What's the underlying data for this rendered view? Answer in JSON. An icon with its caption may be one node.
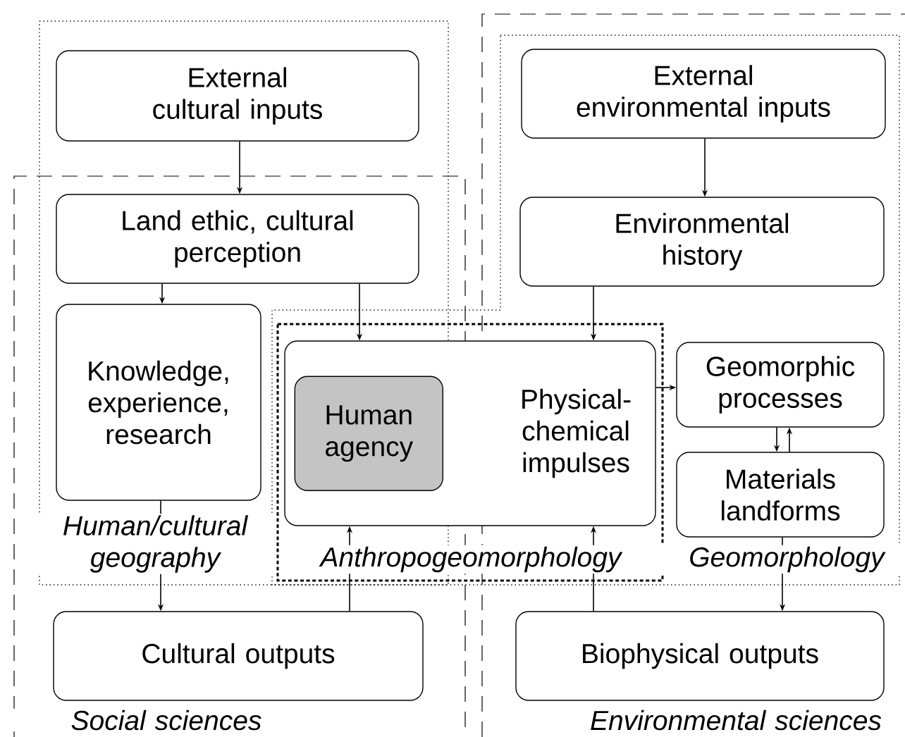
{
  "diagram": {
    "nodes": [
      {
        "text": [
          "External cultural inputs"
        ]
      },
      {
        "text": [
          "External environmental inputs"
        ]
      },
      {
        "text": [
          "Land ethic, cultural perception"
        ]
      },
      {
        "text": [
          "Environmental history"
        ]
      },
      {
        "text": [
          "Knowledge, experience, research"
        ]
      },
      {
        "text": [
          "Physical-chemical impulses"
        ]
      },
      {
        "text": [
          "Human agency"
        ],
        "in": 5
      },
      {
        "text": [
          "Geomorphic processes"
        ]
      },
      {
        "text": [
          "Materials landforms"
        ]
      },
      {
        "text": [
          "Cultural outputs"
        ]
      },
      {
        "text": [
          "Biophysical outputs"
        ]
      }
    ],
    "edges": [
      {
        "from": 0,
        "to": 2,
        "arrow": "to"
      },
      {
        "from": 2,
        "to": 4,
        "arrow": "to"
      },
      {
        "from": 2,
        "to": 5,
        "arrow": "to"
      },
      {
        "from": 4,
        "to": 9,
        "arrow": "to"
      },
      {
        "from": 9,
        "to": 5,
        "arrow": "to"
      },
      {
        "from": 1,
        "to": 3,
        "arrow": "to"
      },
      {
        "from": 3,
        "to": 5,
        "arrow": "to"
      },
      {
        "from": 5,
        "to": 7,
        "arrow": "to"
      },
      {
        "from": 7,
        "to": 8,
        "arrow": "to"
      },
      {
        "from": 8,
        "to": 7,
        "arrow": "to"
      },
      {
        "from": 8,
        "to": 10,
        "arrow": "to"
      },
      {
        "from": 10,
        "to": 5,
        "arrow": "to"
      }
    ],
    "labels": [
      "Human/cultural geography",
      "Anthropogeomorphology",
      "Geomorphology",
      "Social sciences",
      "Environmental sciences"
    ]
  }
}
